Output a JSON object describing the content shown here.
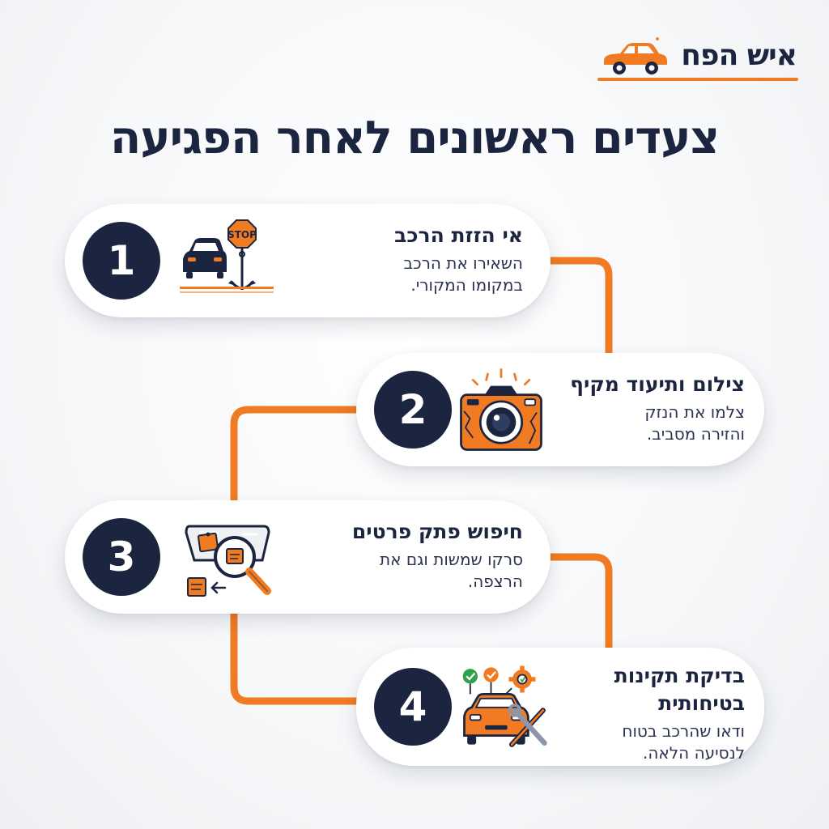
{
  "brand": {
    "name": "איש הפח",
    "accent": "#f07b23",
    "navy": "#1b2540"
  },
  "title": "צעדים ראשונים לאחר הפגיעה",
  "steps": [
    {
      "number": "1",
      "title": "אי הזזת הרכב",
      "desc_line1": "השאירו את הרכב",
      "desc_line2": "במקומו המקורי.",
      "icon": "car-stop-anchor-icon"
    },
    {
      "number": "2",
      "title": "צילום ותיעוד מקיף",
      "desc_line1": "צלמו את הנזק",
      "desc_line2": "והזירה מסביב.",
      "icon": "camera-icon"
    },
    {
      "number": "3",
      "title": "חיפוש פתק פרטים",
      "desc_line1": "סרקו שמשות וגם את",
      "desc_line2": "הרצפה.",
      "icon": "windshield-note-magnifier-icon"
    },
    {
      "number": "4",
      "title_line1": "בדיקת תקינות",
      "title_line2": "בטיחותית",
      "desc_line1": "ודאו שהרכב בטוח",
      "desc_line2": "לנסיעה הלאה.",
      "icon": "car-safety-check-icon"
    }
  ]
}
